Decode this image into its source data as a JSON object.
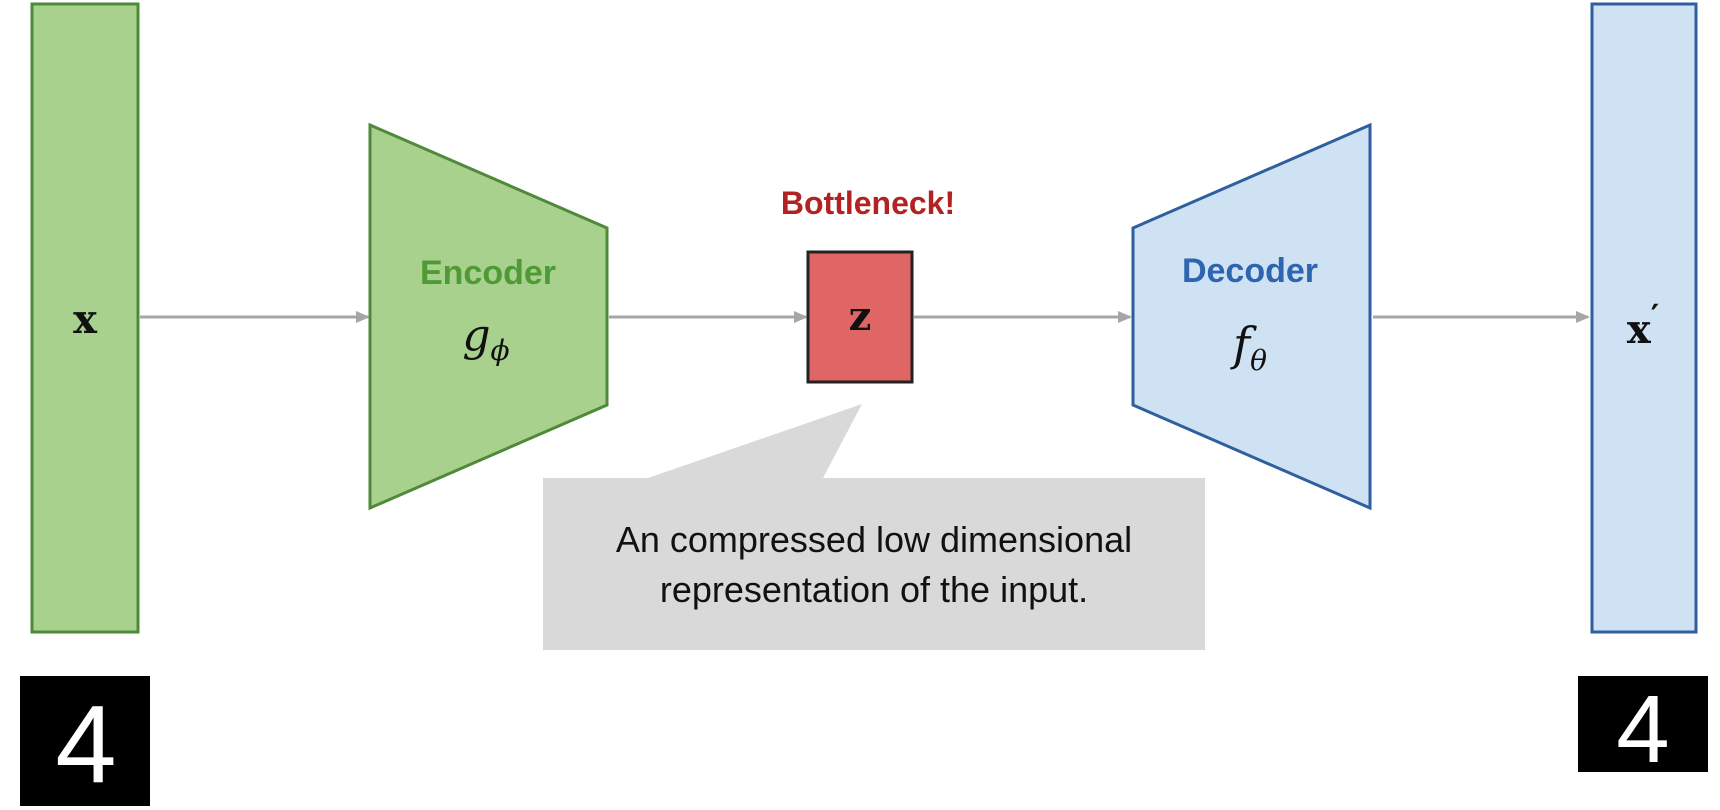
{
  "input": {
    "label": "x"
  },
  "encoder": {
    "title": "Encoder",
    "func": "g",
    "subscript": "ϕ"
  },
  "bottleneck": {
    "title": "Bottleneck!",
    "label": "z"
  },
  "decoder": {
    "title": "Decoder",
    "func": "f",
    "subscript": "θ"
  },
  "output": {
    "label": "x",
    "prime": "′"
  },
  "callout": {
    "line1": "An compressed low dimensional",
    "line2": "representation of the input."
  },
  "digits": {
    "input": "4",
    "output": "4"
  },
  "colors": {
    "green_fill": "#a9d18e",
    "green_stroke": "#4e8a3a",
    "green_text": "#4f9a35",
    "blue_fill": "#cfe2f3",
    "blue_stroke": "#2f5f9e",
    "blue_text": "#2e64b0",
    "red_fill": "#e06666",
    "red_text": "#b32222",
    "arrow": "#a6a6a6",
    "callout": "#d9d9d9"
  }
}
